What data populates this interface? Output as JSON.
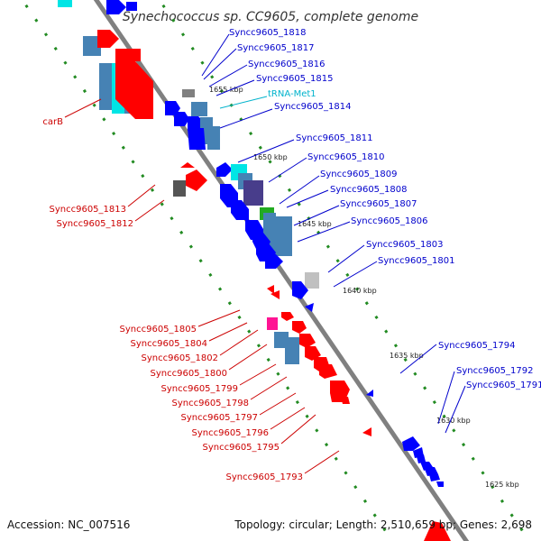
{
  "title": "Synechococcus sp. CC9605, complete genome",
  "footer": {
    "accession": "Accession: NC_007516",
    "summary": "Topology: circular; Length: 2,510,659 bp; Genes: 2,698"
  },
  "colors": {
    "forward_gene": "#ff0000",
    "reverse_gene": "#0000ff",
    "rrna_block": "#4682b4",
    "trna": "#00e5e5",
    "pseudo": "#808080",
    "misc": "#ff1493",
    "backbone": "#808080",
    "tick": "#228b22",
    "forward_label": "#cc0000",
    "reverse_label": "#0000cc",
    "trna_label": "#00b3cc"
  },
  "kbp_ticks": [
    "1655 kbp",
    "1650 kbp",
    "1645 kbp",
    "1640 kbp",
    "1635 kbp",
    "1630 kbp",
    "1625 kbp"
  ],
  "left_labels": [
    "carB",
    "Syncc9605_1813",
    "Syncc9605_1812",
    "Syncc9605_1805",
    "Syncc9605_1804",
    "Syncc9605_1802",
    "Syncc9605_1800",
    "Syncc9605_1799",
    "Syncc9605_1798",
    "Syncc9605_1797",
    "Syncc9605_1796",
    "Syncc9605_1795",
    "Syncc9605_1793"
  ],
  "right_labels": [
    "Syncc9605_1818",
    "Syncc9605_1817",
    "Syncc9605_1816",
    "Syncc9605_1815",
    "tRNA-Met1",
    "Syncc9605_1814",
    "Syncc9605_1811",
    "Syncc9605_1810",
    "Syncc9605_1809",
    "Syncc9605_1808",
    "Syncc9605_1807",
    "Syncc9605_1806",
    "Syncc9605_1803",
    "Syncc9605_1801",
    "Syncc9605_1794",
    "Syncc9605_1792",
    "Syncc9605_1791"
  ]
}
